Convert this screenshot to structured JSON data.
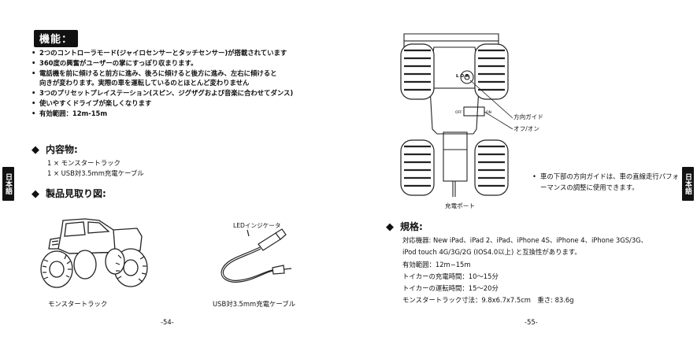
{
  "left_page": {
    "features_title": "機能：",
    "features": [
      "2つのコントローラモード(ジャイロセンサーとタッチセンサー)が搭載されています",
      "360度の興奮がユーザーの掌にすっぽり収まります。",
      "電話機を前に傾けると前方に進み、後ろに傾けると後方に進み、左右に傾けると",
      "向きが変わります。実際の車を運転しているのとほとんど変わりません",
      "3つのプリセットプレイステーション(スピン、ジグザグおよび音楽に合わせてダンス)",
      "使いやすくドライブが楽しくなります",
      "有効範囲：12m-15m"
    ],
    "contents_title": "内容物:",
    "contents_items": [
      "1 × モンスタートラック",
      "1 × USB対3.5mm充電ケーブル"
    ],
    "figure_title": "製品見取り図:",
    "truck_caption": "モンスタートラック",
    "led_label": "LEDインジケータ",
    "cable_caption": "USB対3.5mm充電ケーブル",
    "side_tab": "日本語",
    "page_number": "-54-"
  },
  "right_page": {
    "direction_label": "方向ガイド",
    "onoff_label": "オフ/オン",
    "port_label": "充電ポート",
    "off_text": "OFF",
    "on_text": "ON",
    "lor_text": "L O R",
    "note_text": "車の下部の方向ガイドは、車の直線走行パフォーマンスの調整に使用できます。",
    "spec_title": "規格:",
    "spec_items": [
      "対応機器: New iPad、iPad 2、iPad、iPhone 4S、iPhone 4、iPhone 3GS/3G、",
      "iPod touch 4G/3G/2G (IOS4.0以上) と互換性があります。",
      "有効範囲：12m−15m",
      "トイカーの充電時間：10〜15分",
      "トイカーの運転時間：15〜20分",
      "モンスタートラック寸法：9.8x6.7x7.5cm　重さ: 83.6g"
    ],
    "side_tab": "日本語",
    "page_number": "-55-"
  }
}
